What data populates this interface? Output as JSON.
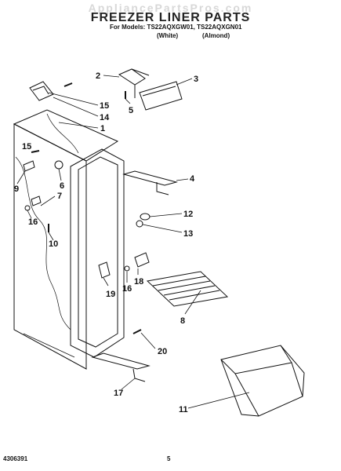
{
  "header": {
    "watermark": "AppliancePartsPros.com",
    "title": "FREEZER LINER PARTS",
    "models_line": "For Models: TS22AQXGW01, TS22AQXGN01",
    "variant_white": "(White)",
    "variant_almond": "(Almond)"
  },
  "callouts": [
    "1",
    "2",
    "3",
    "4",
    "5",
    "6",
    "7",
    "8",
    "9",
    "10",
    "11",
    "12",
    "13",
    "14",
    "15",
    "15",
    "16",
    "16",
    "17",
    "18",
    "19",
    "20"
  ],
  "footer": {
    "doc_number": "4306391",
    "page_number": "5"
  },
  "colors": {
    "line": "#111111",
    "watermark": "#d8d8d8"
  }
}
